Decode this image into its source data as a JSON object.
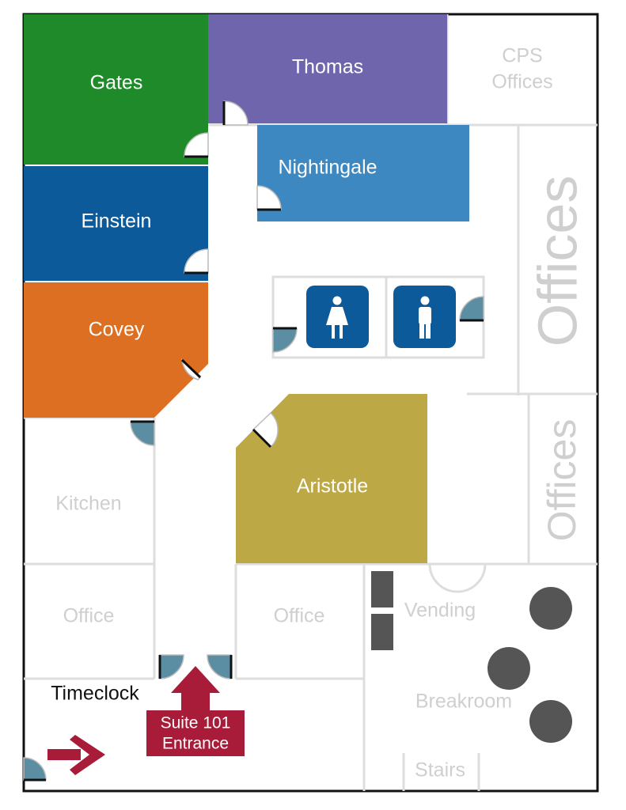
{
  "rooms": {
    "gates": {
      "label": "Gates",
      "color": "#1f8a2a"
    },
    "thomas": {
      "label": "Thomas",
      "color": "#6e65ad"
    },
    "nightingale": {
      "label": "Nightingale",
      "color": "#3d88c0"
    },
    "einstein": {
      "label": "Einstein",
      "color": "#0d5a9b"
    },
    "covey": {
      "label": "Covey",
      "color": "#dd6f22"
    },
    "aristotle": {
      "label": "Aristotle",
      "color": "#bca845"
    }
  },
  "cps_offices": {
    "line1": "CPS",
    "line2": "Offices"
  },
  "offices_large": "Offices",
  "offices_small": "Offices",
  "kitchen": "Kitchen",
  "office_left": "Office",
  "office_mid": "Office",
  "vending": "Vending",
  "breakroom": "Breakroom",
  "stairs": "Stairs",
  "timeclock": "Timeclock",
  "entrance": {
    "line1": "Suite 101",
    "line2": "Entrance",
    "color": "#a81c3a"
  },
  "restroom_icons": [
    "female-restroom-icon",
    "male-restroom-icon"
  ],
  "restroom_color": "#0d5a9b"
}
